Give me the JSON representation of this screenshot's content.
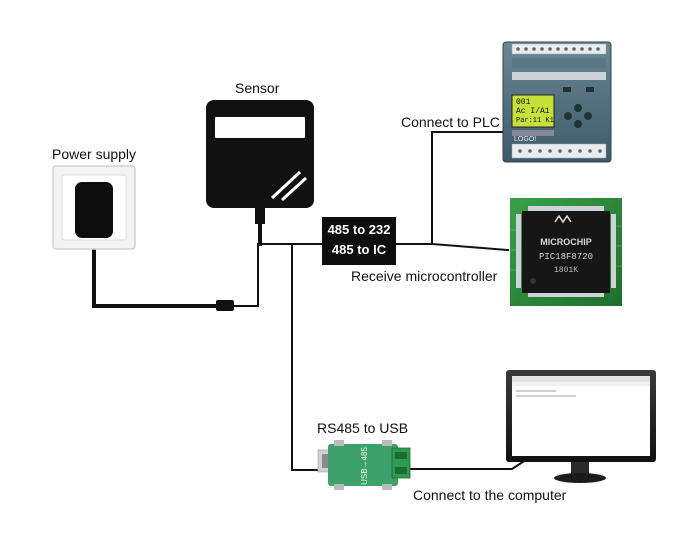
{
  "labels": {
    "sensor": "Sensor",
    "power_supply": "Power supply",
    "connect_plc": "Connect to PLC",
    "receive_mcu": "Receive microcontroller",
    "rs485_usb": "RS485 to USB",
    "connect_computer": "Connect to the computer"
  },
  "converter": {
    "line1": "485 to 232",
    "line2": "485 to IC"
  },
  "devices": {
    "plc": {
      "screen_lines": [
        "  001",
        "Ac I/A1",
        "Par:11 K1"
      ],
      "brand": "LOGO!"
    },
    "chip": {
      "brand": "MICROCHIP",
      "part": "PIC18F8720",
      "code": "1801K"
    },
    "usb_adapter": {
      "text": "USB→485"
    }
  },
  "colors": {
    "wire": "#111111",
    "plc_body": "#4f6b7a",
    "plc_screen": "#c6e23a",
    "pcb": "#2f8a3a",
    "adapter": "#3ea06a",
    "terminal": "#2e9c4f"
  }
}
